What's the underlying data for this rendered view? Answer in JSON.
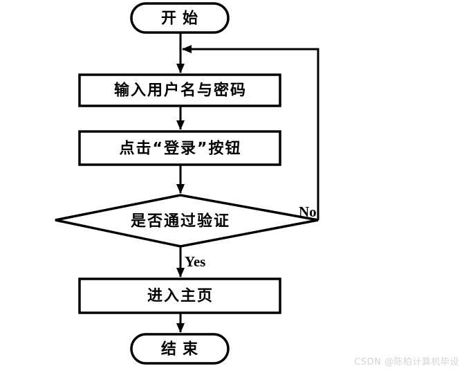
{
  "diagram": {
    "nodes": {
      "start": "开始",
      "input_credentials": "输入用户名与密码",
      "click_login": "点击“登录”按钮",
      "verify_check": "是否通过验证",
      "enter_home": "进入主页",
      "end": "结束"
    },
    "edge_labels": {
      "yes": "Yes",
      "no": "No"
    },
    "colors": {
      "line": "#000000",
      "node_fill": "#ffffff",
      "text": "#000000",
      "watermark_text": "#d4d4d4"
    }
  },
  "watermark": {
    "text": "CSDN @陈柏计算机毕设"
  }
}
